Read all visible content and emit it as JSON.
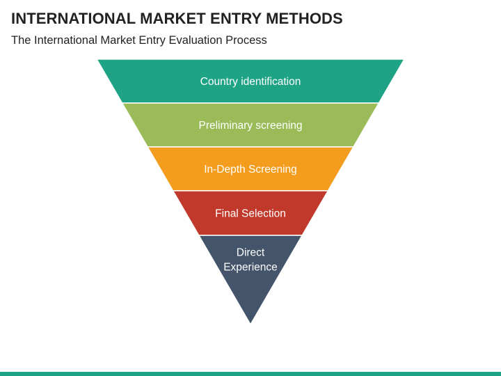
{
  "slide": {
    "title": "INTERNATIONAL MARKET ENTRY METHODS",
    "subtitle": "The International Market Entry Evaluation Process"
  },
  "funnel": {
    "layers": [
      {
        "lines": [
          "Country identification"
        ],
        "color": "#1fa385"
      },
      {
        "lines": [
          "Preliminary screening"
        ],
        "color": "#9bbb59"
      },
      {
        "lines": [
          "In-Depth Screening"
        ],
        "color": "#f39c1e"
      },
      {
        "lines": [
          "Final Selection"
        ],
        "color": "#c0392b"
      },
      {
        "lines": [
          "Direct",
          "Experience"
        ],
        "color": "#44546a"
      }
    ]
  },
  "footer": {
    "bar_color": "#1fa385"
  }
}
